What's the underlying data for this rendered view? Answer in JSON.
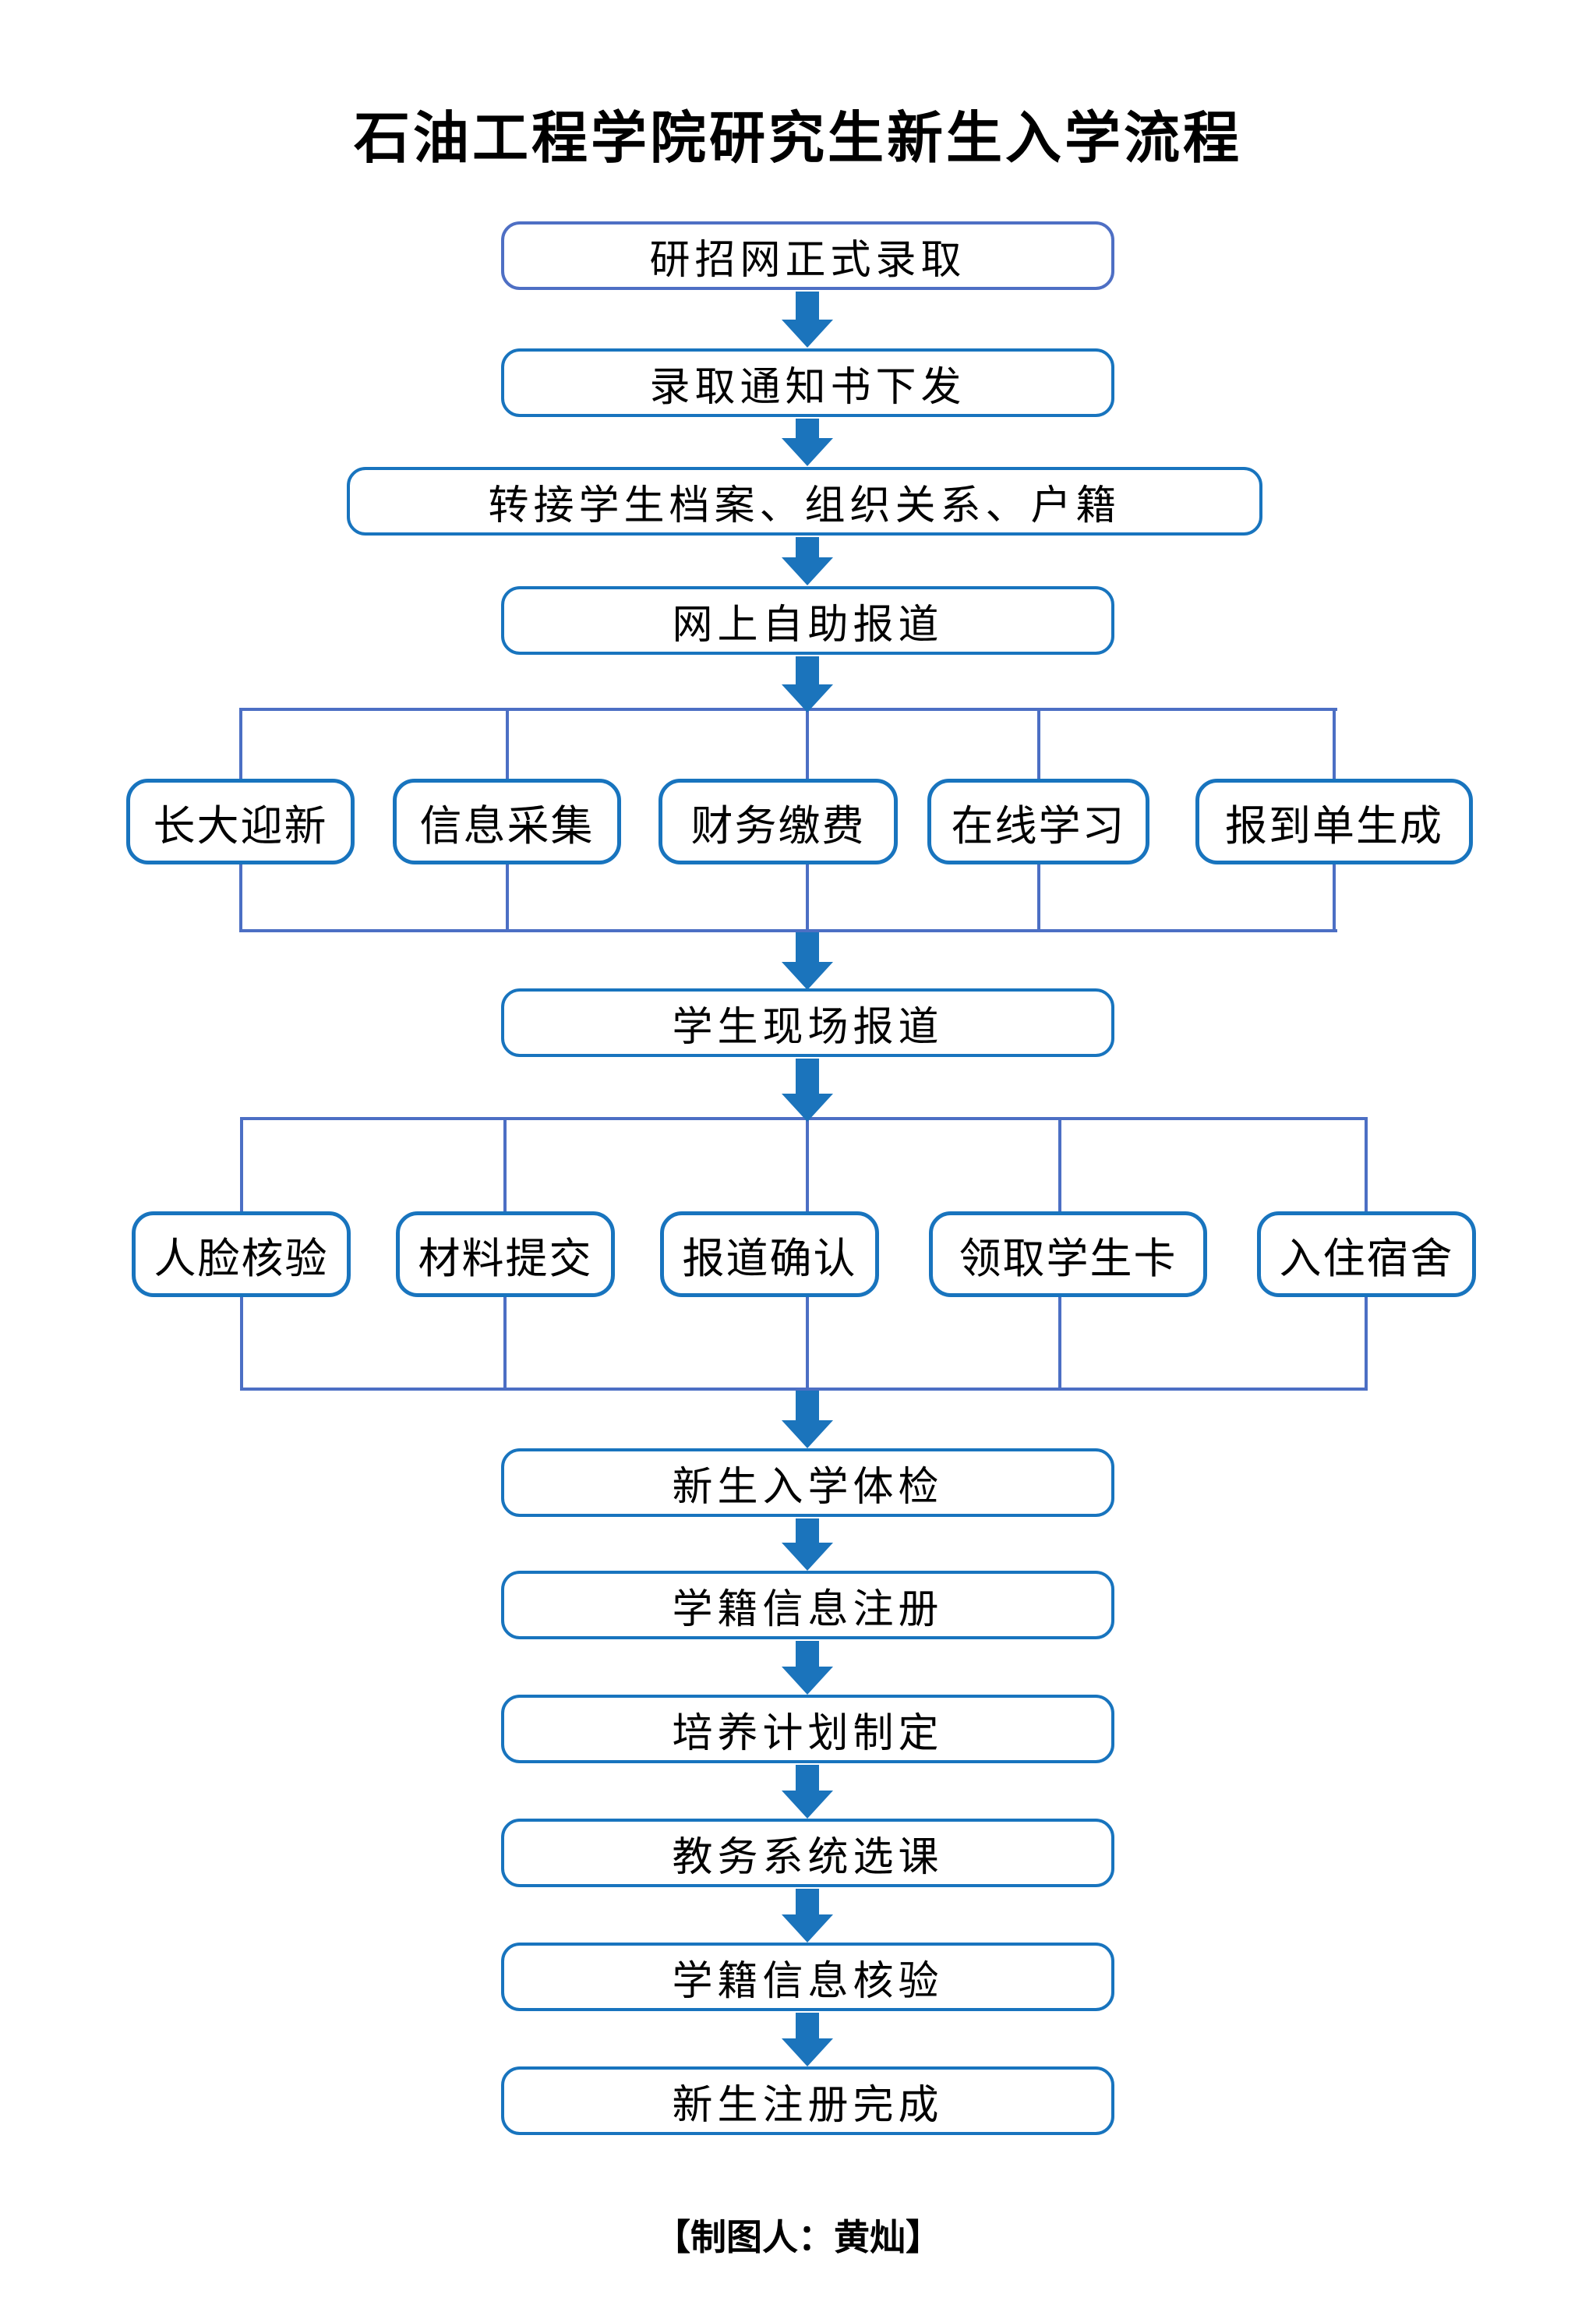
{
  "title": "石油工程学院研究生新生入学流程",
  "credit": "【制图人：黄灿】",
  "colors": {
    "arrow": "#1B74BC",
    "border": "#1874BE",
    "border_light": "#4E6FC4",
    "connector": "#4C6FC4",
    "ink": "#000000",
    "paper": "#FFFFFF"
  },
  "flow": {
    "top_sequence": [
      "研招网正式录取",
      "录取通知书下发",
      "转接学生档案、组织关系、户籍",
      "网上自助报道"
    ],
    "parallel_group_1": [
      "长大迎新",
      "信息采集",
      "财务缴费",
      "在线学习",
      "报到单生成"
    ],
    "middle_node": "学生现场报道",
    "parallel_group_2": [
      "人脸核验",
      "材料提交",
      "报道确认",
      "领取学生卡",
      "入住宿舍"
    ],
    "bottom_sequence": [
      "新生入学体检",
      "学籍信息注册",
      "培养计划制定",
      "教务系统选课",
      "学籍信息核验",
      "新生注册完成"
    ]
  }
}
